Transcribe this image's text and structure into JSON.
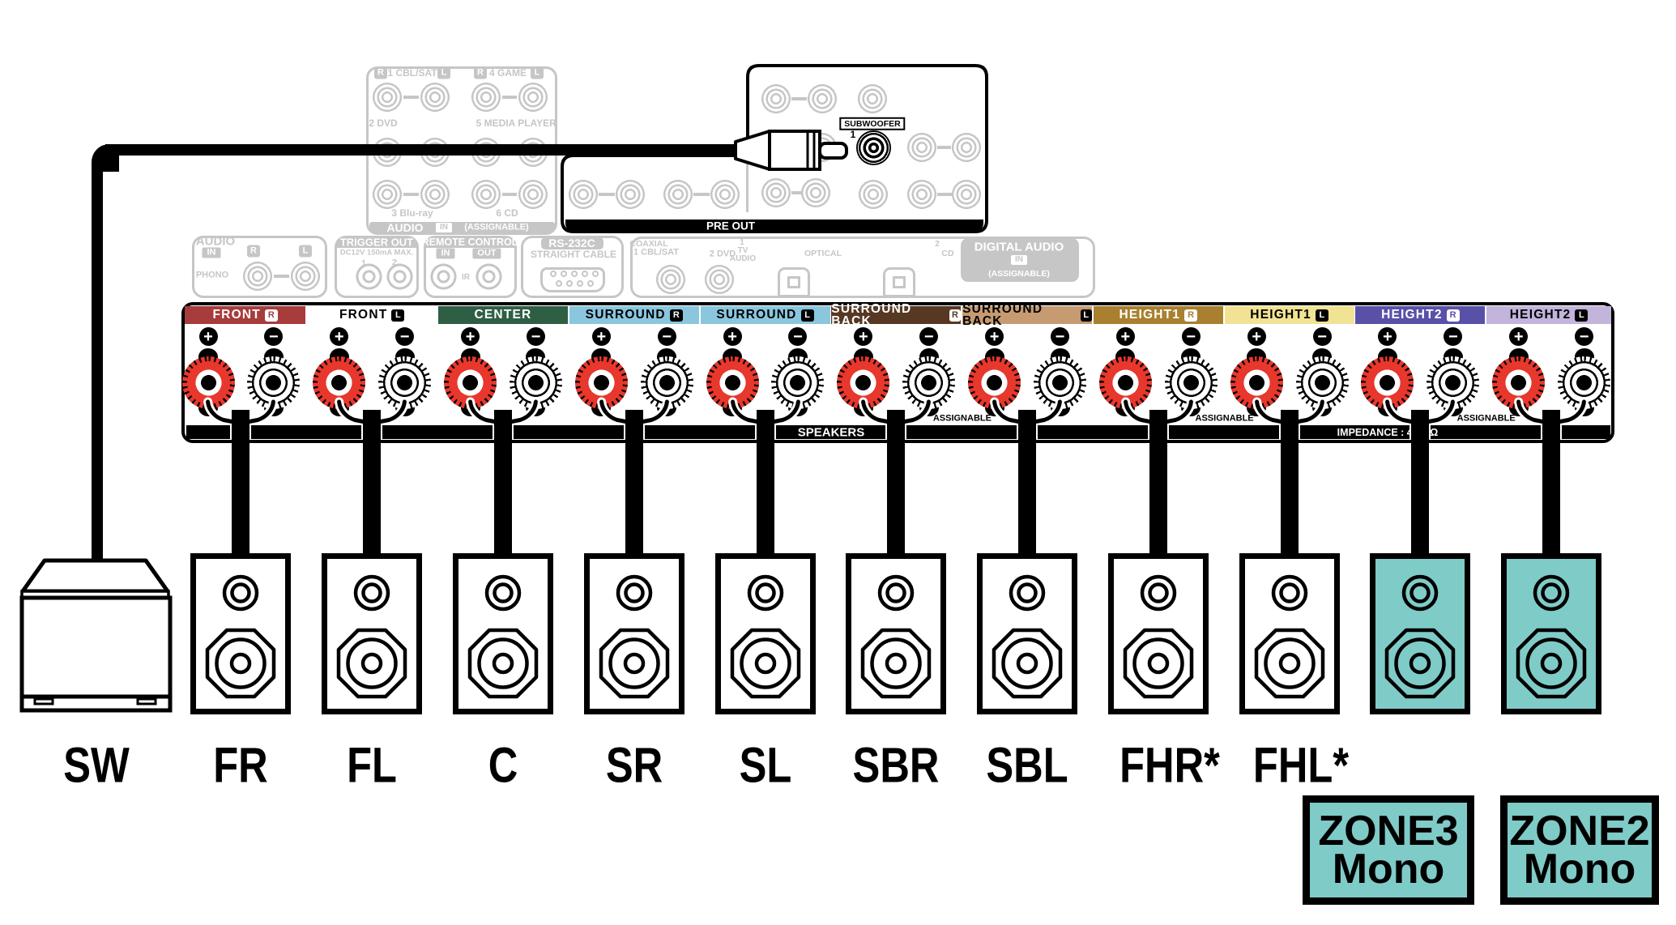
{
  "diagram_title": "speaker-connection-diagram",
  "rl": [
    "R",
    "L"
  ],
  "faded_labels": [
    {
      "text": "1 CBL/SAT"
    },
    {
      "text": "4 GAME"
    },
    {
      "text": "2 DVD"
    },
    {
      "text": "5 MEDIA"
    },
    {
      "text": "PLAYER"
    },
    {
      "text": "3 Blu-ray"
    },
    {
      "text": "6 CD"
    },
    {
      "text": "AUDIO"
    },
    {
      "text": "IN"
    },
    {
      "text": "(ASSIGNABLE)"
    },
    {
      "text": "AUDIO"
    },
    {
      "text": "IN"
    },
    {
      "text": "PHONO"
    },
    {
      "text": "TRIGGER OUT"
    },
    {
      "text": "DC12V 150mA MAX."
    },
    {
      "text": "1"
    },
    {
      "text": "2"
    },
    {
      "text": "REMOTE CONTROL"
    },
    {
      "text": "IN"
    },
    {
      "text": "OUT"
    },
    {
      "text": "IR"
    },
    {
      "text": "RS-232C"
    },
    {
      "text": "STRAIGHT CABLE"
    },
    {
      "text": "COAXIAL"
    },
    {
      "text": "1 CBL/SAT"
    },
    {
      "text": "2 DVD"
    },
    {
      "text": "1"
    },
    {
      "text": "TV"
    },
    {
      "text": "AUDIO"
    },
    {
      "text": "OPTICAL"
    },
    {
      "text": "2"
    },
    {
      "text": "CD"
    },
    {
      "text": "DIGITAL AUDIO"
    },
    {
      "text": "IN"
    },
    {
      "text": "(ASSIGNABLE)"
    },
    {
      "text": "FRONT"
    },
    {
      "text": "CENTER"
    },
    {
      "text": "SURROUND"
    },
    {
      "text": "HEIGHT1"
    },
    {
      "text": "SURROUND BACK"
    },
    {
      "text": "HEIGHT2"
    },
    {
      "text": "2"
    }
  ],
  "preout": {
    "bar_label": "PRE OUT",
    "subwoofer_label": "SUBWOOFER",
    "subwoofer_number": "1"
  },
  "speaker_terminals": {
    "plus": "+",
    "minus": "−",
    "assignable": "ASSIGNABLE",
    "speakers_bar_label": "SPEAKERS",
    "impedance_label": "IMPEDANCE : 4-16 Ω",
    "pairs": [
      {
        "id": "front-r",
        "label": "FRONT",
        "side": "R",
        "bg": "#A73C3D",
        "fg": "#FFFFFF"
      },
      {
        "id": "front-l",
        "label": "FRONT",
        "side": "L",
        "bg": "#FFFFFF",
        "fg": "#000000"
      },
      {
        "id": "center",
        "label": "CENTER",
        "side": "",
        "bg": "#2E5F45",
        "fg": "#FFFFFF"
      },
      {
        "id": "surround-r",
        "label": "SURROUND",
        "side": "R",
        "bg": "#8AC6DE",
        "fg": "#000000"
      },
      {
        "id": "surround-l",
        "label": "SURROUND",
        "side": "L",
        "bg": "#8AC6DE",
        "fg": "#000000"
      },
      {
        "id": "surround-back-r",
        "label": "SURROUND BACK",
        "side": "R",
        "bg": "#573823",
        "fg": "#FFFFFF"
      },
      {
        "id": "surround-back-l",
        "label": "SURROUND BACK",
        "side": "L",
        "bg": "#C79B72",
        "fg": "#000000"
      },
      {
        "id": "height1-r",
        "label": "HEIGHT1",
        "side": "R",
        "bg": "#A8802F",
        "fg": "#FFFFFF"
      },
      {
        "id": "height1-l",
        "label": "HEIGHT1",
        "side": "L",
        "bg": "#F1E393",
        "fg": "#000000"
      },
      {
        "id": "height2-r",
        "label": "HEIGHT2",
        "side": "R",
        "bg": "#5951A8",
        "fg": "#FFFFFF"
      },
      {
        "id": "height2-l",
        "label": "HEIGHT2",
        "side": "L",
        "bg": "#C3B4DC",
        "fg": "#000000"
      }
    ]
  },
  "speakers": [
    {
      "label": "SW",
      "type": "subwoofer"
    },
    {
      "label": "FR"
    },
    {
      "label": "FL"
    },
    {
      "label": "C"
    },
    {
      "label": "SR"
    },
    {
      "label": "SL"
    },
    {
      "label": "SBR"
    },
    {
      "label": "SBL"
    },
    {
      "label": "FHR*"
    },
    {
      "label": "FHL*"
    },
    {
      "label": "",
      "teal": true
    },
    {
      "label": "",
      "teal": true
    }
  ],
  "zone_tags": [
    {
      "line1": "ZONE3",
      "line2": "Mono"
    },
    {
      "line1": "ZONE2",
      "line2": "Mono"
    }
  ],
  "colors": {
    "teal": "#7FCBC8",
    "post_red": "#E8372C",
    "faded": "#C6C6C6"
  }
}
